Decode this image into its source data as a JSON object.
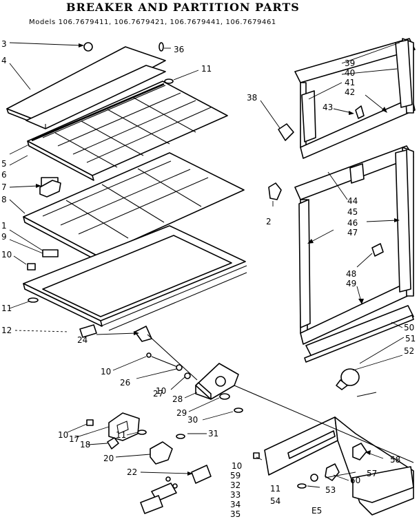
{
  "header": {
    "title": "BREAKER AND PARTITION PARTS",
    "models": "Models 106.7679411, 106.7679421, 106.7679441, 106.7679461"
  },
  "callouts": {
    "c1": "1",
    "c2": "2",
    "c3": "3",
    "c4": "4",
    "c5": "5",
    "c6": "6",
    "c7": "7",
    "c8": "8",
    "c9": "9",
    "c10a": "10",
    "c10b": "10",
    "c10c": "10",
    "c10d": "10",
    "c10e": "10",
    "c11a": "11",
    "c11b": "11",
    "c11c": "11",
    "c11d": "11",
    "c12": "12",
    "c17": "17",
    "c18": "18",
    "c20": "20",
    "c22": "22",
    "c24": "24",
    "c26": "26",
    "c27": "27",
    "c28": "28",
    "c29": "29",
    "c30": "30",
    "c31": "31",
    "c32": "32",
    "c33": "33",
    "c34": "34",
    "c35": "35",
    "c36": "36",
    "c38": "38",
    "c39": "39",
    "c40": "40",
    "c41": "41",
    "c42": "42",
    "c43": "43",
    "c44": "44",
    "c45": "45",
    "c46": "46",
    "c47": "47",
    "c48": "48",
    "c49": "49",
    "c50": "50",
    "c51": "51",
    "c52": "52",
    "c53": "53",
    "c54": "54",
    "c57": "57",
    "c58": "58",
    "c59": "59",
    "c60": "60"
  },
  "footer": {
    "code": "E5"
  }
}
